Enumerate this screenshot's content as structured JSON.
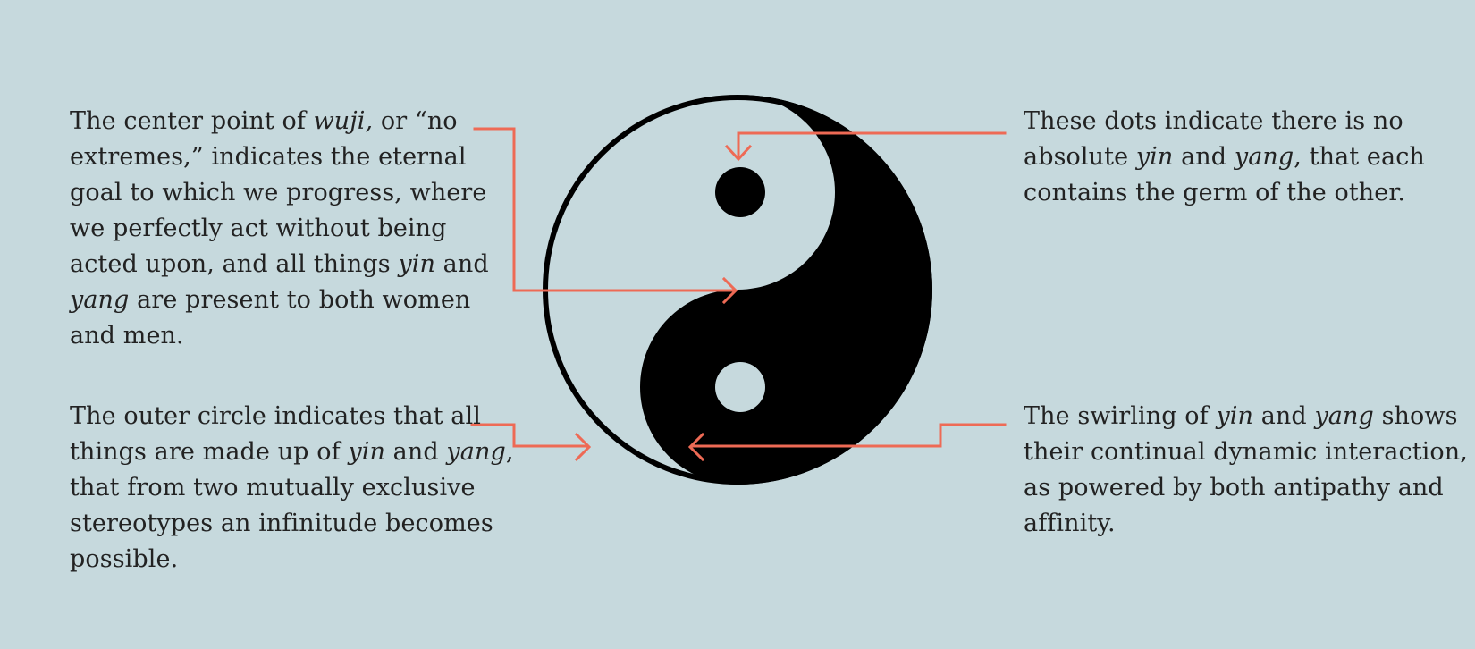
{
  "colors": {
    "background": "#c6d9dd",
    "symbol": "#000000",
    "text": "#222222",
    "arrow": "#ee6a55"
  },
  "symbol": {
    "icon": "yin-yang-icon"
  },
  "annotations": {
    "center_point": {
      "s1": "The center point of ",
      "s2": "wuji,",
      "s3": " or “no extremes,” indicates the eternal goal to which we progress, where we perfectly act without being acted upon, and all things ",
      "s4": "yin",
      "s5": " and ",
      "s6": "yang",
      "s7": " are present to both women and men."
    },
    "outer_circle": {
      "s1": "The outer circle indicates that all things are made up of ",
      "s2": "yin",
      "s3": " and ",
      "s4": "yang",
      "s5": ", that from two mutually exclusive stereotypes an infinitude becomes possible."
    },
    "dots": {
      "s1": "These dots indicate there is no absolute ",
      "s2": "yin",
      "s3": " and ",
      "s4": "yang",
      "s5": ", that each contains the germ of the other."
    },
    "swirl": {
      "s1": "The swirling of ",
      "s2": "yin",
      "s3": " and ",
      "s4": "yang",
      "s5": " shows their continual dynamic interaction, as powered by both antipathy and affinity."
    }
  }
}
